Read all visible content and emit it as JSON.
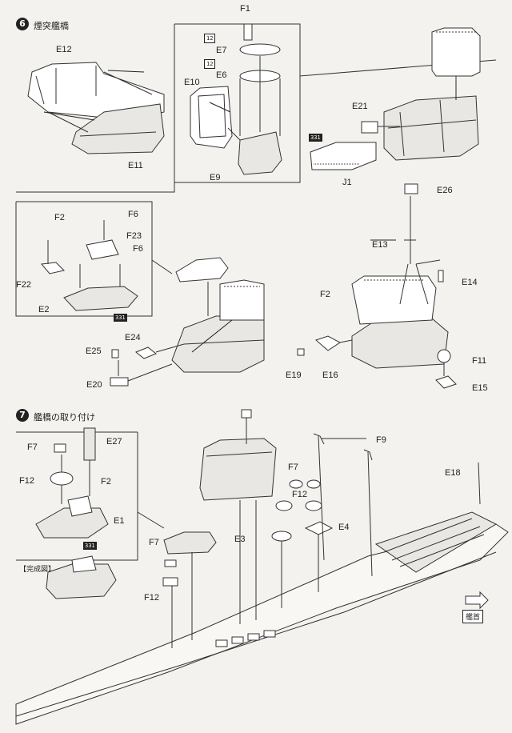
{
  "step6": {
    "number": "6",
    "title": "煙突艦橋"
  },
  "step7": {
    "number": "7",
    "title": "艦橋の取り付け"
  },
  "complete_label": "【完成図】",
  "bow_label": "艦首",
  "c_tag": "331",
  "p_tag": "12",
  "parts": {
    "E12": "E12",
    "E11": "E11",
    "E10": "E10",
    "E9": "E9",
    "F1": "F1",
    "E7": "E7",
    "E6": "E6",
    "E21": "E21",
    "J1": "J1",
    "E26": "E26",
    "E13": "E13",
    "E14": "E14",
    "F2": "F2",
    "F6": "F6",
    "F23": "F23",
    "F22": "F22",
    "E2": "E2",
    "E24": "E24",
    "E25": "E25",
    "E20": "E20",
    "F11": "F11",
    "E15": "E15",
    "E19": "E19",
    "E16": "E16",
    "F7": "F7",
    "E27": "E27",
    "F12": "F12",
    "E1": "E1",
    "E3": "E3",
    "E4": "E4",
    "F9": "F9",
    "E18": "E18"
  }
}
